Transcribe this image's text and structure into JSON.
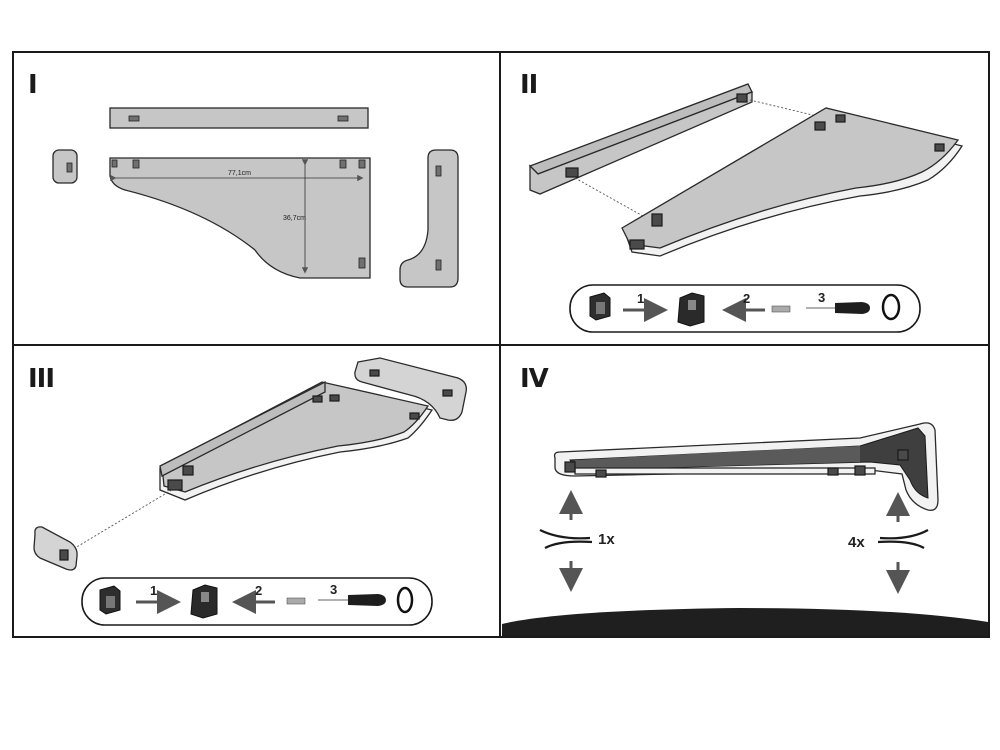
{
  "steps": {
    "one": "I",
    "two": "II",
    "three": "III",
    "four": "IV"
  },
  "dimensions": {
    "width": "77,1cm",
    "height": "36,7cm"
  },
  "substeps": {
    "a": "1",
    "b": "2",
    "c": "3"
  },
  "counts": {
    "left": "1x",
    "right": "4x"
  },
  "icons": [
    "bracket-icon",
    "screw-anchor-icon",
    "screwdriver-icon",
    "rotation-icon",
    "up-arrow-icon",
    "down-arrow-icon"
  ]
}
